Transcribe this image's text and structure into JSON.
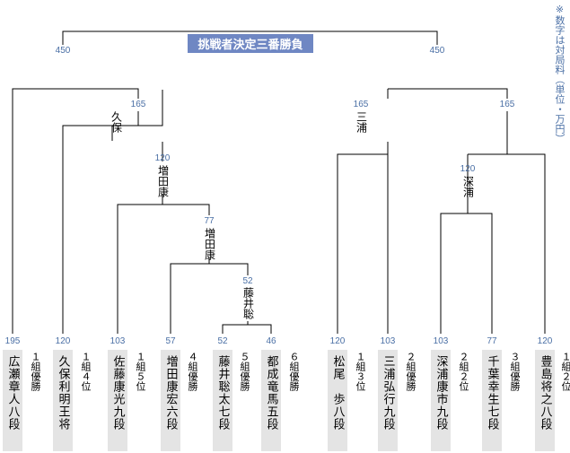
{
  "title": "挑戦者決定三番勝負",
  "note": "※数字は対局料（単位・万円）",
  "final_fees": {
    "left": "450",
    "right": "450"
  },
  "players": [
    {
      "name": "広瀬章人八段",
      "result": "１組優勝",
      "fee": "195"
    },
    {
      "name": "久保利明王将",
      "result": "１組４位",
      "fee": "120"
    },
    {
      "name": "佐藤康光九段",
      "result": "１組５位",
      "fee": "103"
    },
    {
      "name": "増田康宏六段",
      "result": "４組優勝",
      "fee": "57"
    },
    {
      "name": "藤井聡太七段",
      "result": "５組優勝",
      "fee": "52"
    },
    {
      "name": "都成竜馬五段",
      "result": "６組優勝",
      "fee": "46"
    },
    {
      "name": "松尾　歩八段",
      "result": "１組３位",
      "fee": "120"
    },
    {
      "name": "三浦弘行九段",
      "result": "２組優勝",
      "fee": "103"
    },
    {
      "name": "深浦康市九段",
      "result": "２組２位",
      "fee": "103"
    },
    {
      "name": "千葉幸生七段",
      "result": "３組優勝",
      "fee": "77"
    },
    {
      "name": "豊島将之八段",
      "result": "１組２位",
      "fee": "120"
    }
  ],
  "matches": [
    {
      "winner": "藤井聡",
      "fee": "52"
    },
    {
      "winner": "増田康",
      "fee": "77"
    },
    {
      "winner": "増田康",
      "fee": "120"
    },
    {
      "winner": "久保",
      "fee": "165"
    },
    {
      "winner": "深浦",
      "fee": "120"
    },
    {
      "winner": "三浦",
      "fee": "165"
    }
  ],
  "semi_right_fee": "165"
}
